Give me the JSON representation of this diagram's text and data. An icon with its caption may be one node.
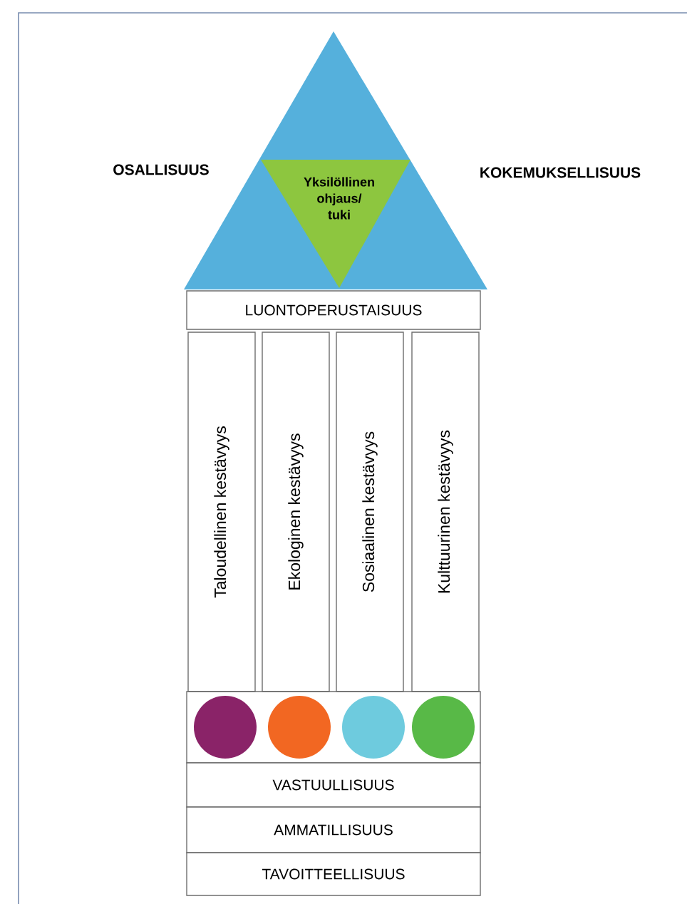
{
  "diagram": {
    "nodes": [
      {
        "text": [],
        "shape": "triangle",
        "beside": [
          "OSALLISUUS",
          "KOKEMUKSELLISUUS"
        ]
      },
      {
        "text": [
          "Yksilöllinen ohjaus/ tuki"
        ],
        "in": 0
      },
      {
        "text": [
          "LUONTOPERUSTAISUUS"
        ]
      },
      {
        "text": [
          "Taloudellinen kestävyys"
        ]
      },
      {
        "text": [
          "Ekologinen kestävyys"
        ]
      },
      {
        "text": [
          "Sosiaalinen kestävyys"
        ]
      },
      {
        "text": [
          "Kulttuurinen kestävyys"
        ]
      },
      {
        "text": [
          "VASTUULLISUUS"
        ]
      },
      {
        "text": [
          "AMMATILLISUUS"
        ]
      },
      {
        "text": [
          "TAVOITTEELLISUUS"
        ]
      }
    ]
  }
}
